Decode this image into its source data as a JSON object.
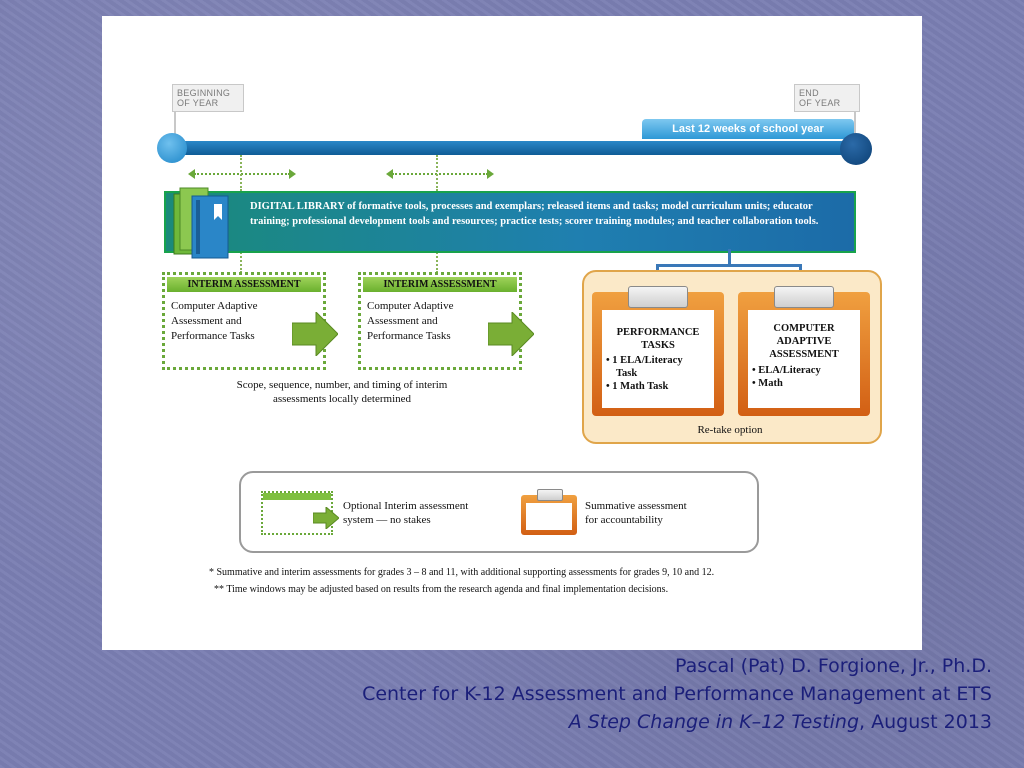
{
  "timeline": {
    "start_label_line1": "BEGINNING",
    "start_label_line2": "OF YEAR",
    "end_label_line1": "END",
    "end_label_line2": "OF YEAR",
    "last_weeks": "Last 12 weeks of school year"
  },
  "library": {
    "text": "DIGITAL LIBRARY of formative tools, processes and exemplars; released items and tasks; model curriculum units; educator training; professional development tools and resources; practice tests; scorer training modules; and teacher collaboration tools."
  },
  "interim": [
    {
      "head": "INTERIM ASSESSMENT",
      "line1": "Computer Adaptive",
      "line2": "Assessment and",
      "line3": "Performance Tasks"
    },
    {
      "head": "INTERIM ASSESSMENT",
      "line1": "Computer Adaptive",
      "line2": "Assessment and",
      "line3": "Performance Tasks"
    }
  ],
  "scope": {
    "line1": "Scope, sequence, number, and timing of interim",
    "line2": "assessments locally determined"
  },
  "summative": {
    "performance": {
      "title_line1": "PERFORMANCE",
      "title_line2": "TASKS",
      "items": [
        "• 1 ELA/Literacy",
        "Task",
        "• 1 Math Task"
      ]
    },
    "cat": {
      "title_line1": "COMPUTER",
      "title_line2": "ADAPTIVE",
      "title_line3": "ASSESSMENT",
      "items": [
        "• ELA/Literacy",
        "• Math"
      ]
    },
    "retake": "Re-take option"
  },
  "legend": {
    "interim_line1": "Optional Interim assessment",
    "interim_line2": "system — no stakes",
    "summative_line1": "Summative assessment",
    "summative_line2": "for accountability"
  },
  "notes": {
    "note1": "* Summative and interim assessments for grades 3 – 8 and 11, with additional supporting assessments for grades 9, 10 and 12.",
    "note2": "** Time windows may be adjusted based on results from the research agenda and final implementation decisions."
  },
  "citation": {
    "line1": "Pascal (Pat) D. Forgione, Jr., Ph.D.",
    "line2": "Center for K-12 Assessment and Performance Management at ETS",
    "line3_italic": "A Step Change in K–12 Testing",
    "line3_rest": ", August 2013"
  },
  "colors": {
    "background": "#7b7fb3",
    "timeline_blue": "#1f6fb0",
    "interim_green": "#6ab02e",
    "summative_orange": "#d25f14",
    "citation_text": "#1b1f7a"
  }
}
